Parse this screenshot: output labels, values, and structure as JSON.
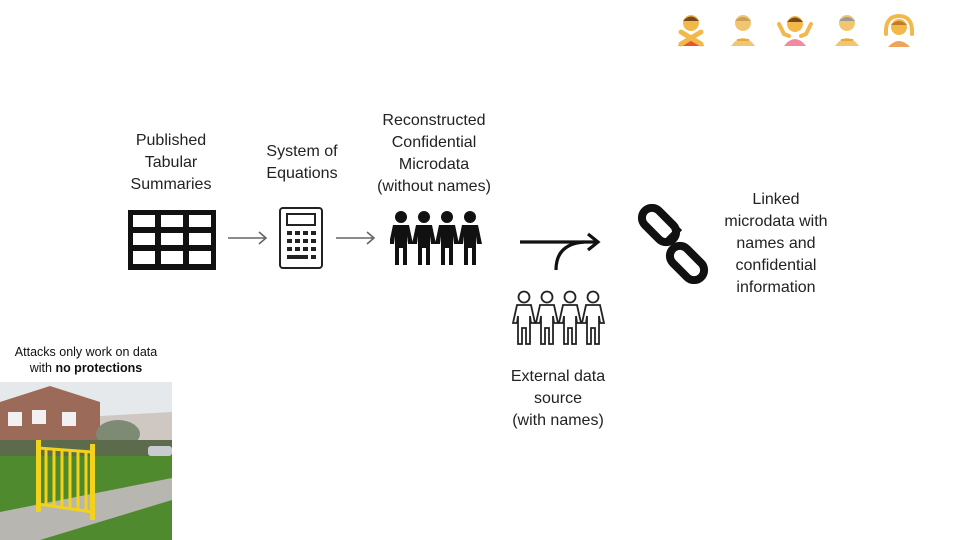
{
  "reactions": [
    {
      "icon": "person-gesturing-no-icon",
      "color": "#f2b94a",
      "shirt": "#e8542f"
    },
    {
      "icon": "person-icon",
      "color": "#f2c66e",
      "shirt": "#f2c66e"
    },
    {
      "icon": "person-shrugging-icon",
      "color": "#f2b94a",
      "shirt": "#f08a9e"
    },
    {
      "icon": "person-icon",
      "color": "#f2c66e",
      "shirt": "#f2c66e"
    },
    {
      "icon": "person-gesturing-ok-icon",
      "color": "#f2b94a",
      "shirt": "#f0a35a"
    }
  ],
  "diagram": {
    "published_label": [
      "Published",
      "Tabular",
      "Summaries"
    ],
    "equations_label": [
      "System of",
      "Equations"
    ],
    "reconstructed_label": [
      "Reconstructed",
      "Confidential",
      "Microdata",
      "(without names)"
    ],
    "external_label": [
      "External data",
      "source",
      "(with names)"
    ],
    "linked_label": [
      "Linked",
      "microdata with",
      "names and",
      "confidential",
      "information"
    ]
  },
  "caption": {
    "line1": "Attacks only work on data",
    "line2_prefix": "with ",
    "line2_bold": "no protections"
  },
  "colors": {
    "text": "#222222",
    "gate": "#f2d21b",
    "grass": "#4f8a2e"
  }
}
